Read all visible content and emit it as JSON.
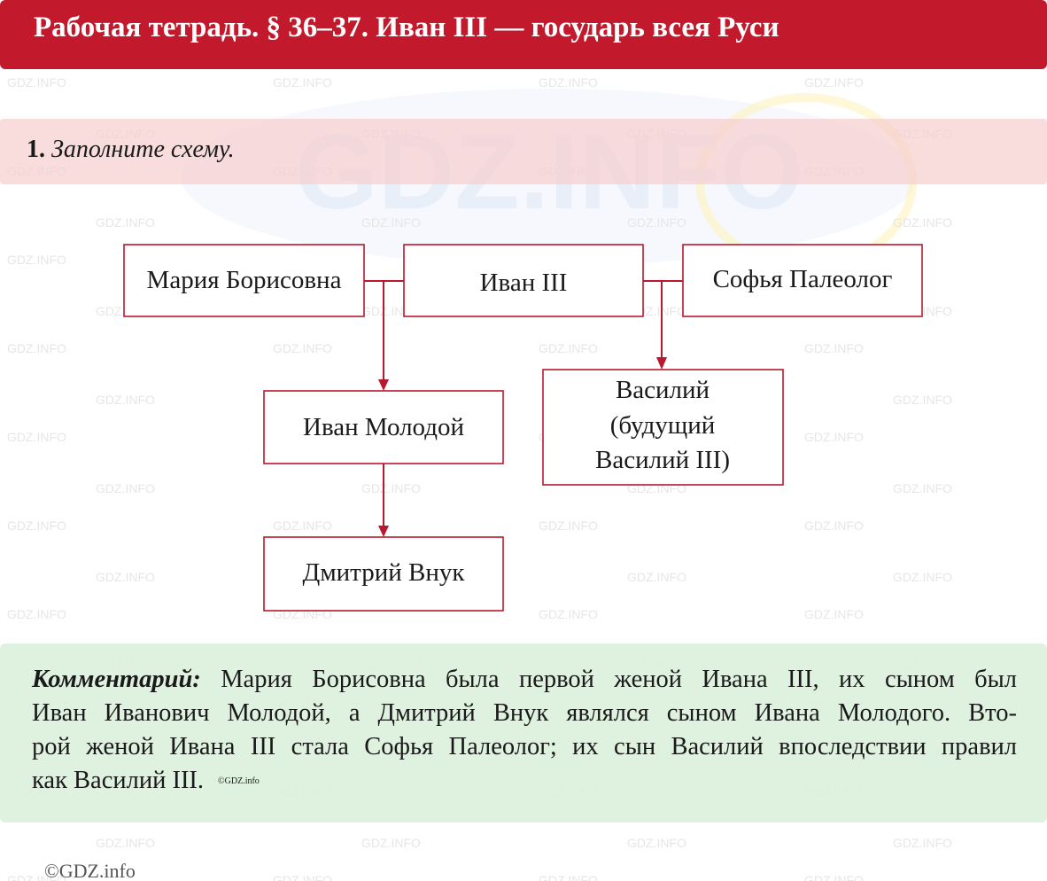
{
  "header": {
    "title": "Рабочая тетрадь. § 36–37. Иван III — государь всея Руси"
  },
  "task": {
    "number": "1.",
    "instruction": "Заполните схему."
  },
  "scheme": {
    "nodes": [
      {
        "id": "maria",
        "lines": [
          "Мария Борисовна"
        ]
      },
      {
        "id": "ivan3",
        "lines": [
          "Иван III"
        ]
      },
      {
        "id": "sofya",
        "lines": [
          "Софья Палеолог"
        ]
      },
      {
        "id": "ivan_molodoy",
        "lines": [
          "Иван Молодой"
        ]
      },
      {
        "id": "vasiliy",
        "lines": [
          "Василий",
          "(будущий",
          "Василий III)"
        ]
      },
      {
        "id": "dmitriy",
        "lines": [
          "Дмитрий Внук"
        ]
      }
    ],
    "edges": [
      {
        "from": "maria+ivan3",
        "to": "ivan_molodoy"
      },
      {
        "from": "ivan3+sofya",
        "to": "vasiliy"
      },
      {
        "from": "ivan_molodoy",
        "to": "dmitriy"
      }
    ],
    "colors": {
      "accent": "#b8192e",
      "header": "#c21a2c"
    }
  },
  "comment": {
    "label": "Комментарий:",
    "lines": [
      "Мария Борисовна была первой женой Ивана III, их сыном был",
      "Иван Иванович Молодой, а Дмитрий Внук являлся сыном Ивана Молодого. Вто-",
      "рой женой Ивана III стала Софья Палеолог; их сын Василий впоследствии правил",
      "как Василий III."
    ],
    "inline_mark": "©GDZ.info"
  },
  "watermark": {
    "text": "GDZ.INFO",
    "logo": "GDZ.INFO"
  },
  "footer": {
    "copyright": "©GDZ.info"
  }
}
